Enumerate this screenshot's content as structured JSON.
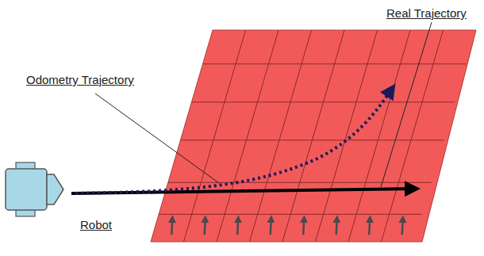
{
  "diagram": {
    "labels": [
      "Odometry Trajectory",
      "Real Trajectory",
      "Robot"
    ]
  }
}
